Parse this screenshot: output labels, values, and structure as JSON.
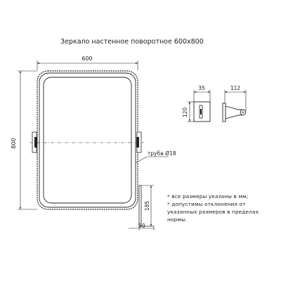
{
  "title": "Зеркало настенное поворотное 600х800",
  "dimensions": {
    "width": "600",
    "height": "800",
    "pipe": "труба Ø18",
    "bracket_width": "35",
    "bracket_height": "120",
    "bracket_depth": "112",
    "leg_height": "185",
    "leg_width": "50"
  },
  "notes": [
    "* все размеры указаны в мм;",
    "* допустимы отклонения от",
    "указанных размеров в пределах",
    "нормы."
  ]
}
